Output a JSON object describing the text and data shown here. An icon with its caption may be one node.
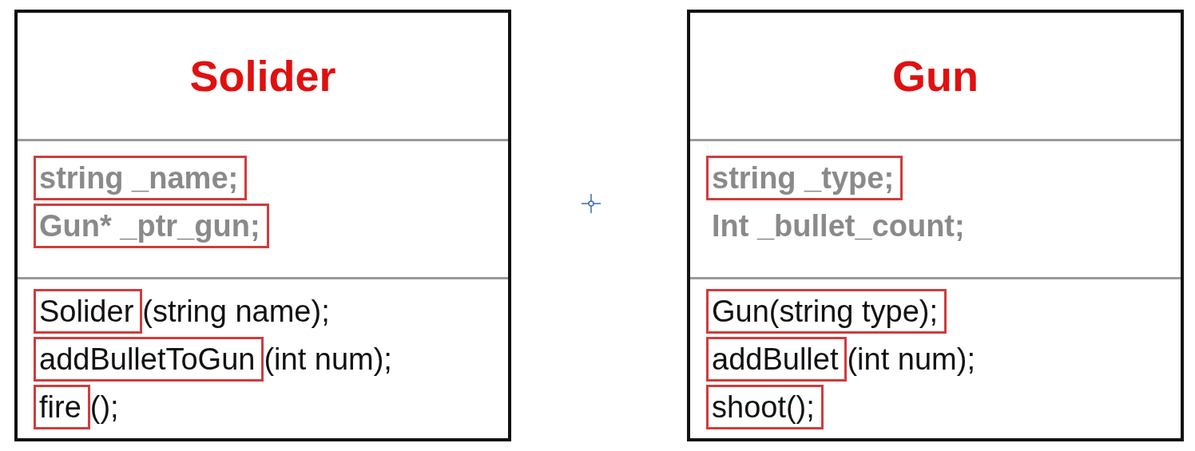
{
  "diagram": {
    "nodes": [
      {
        "text": [
          "Solider"
        ]
      },
      {
        "text": [],
        "shape": "box",
        "in": 0
      },
      {
        "text": [
          "string _name;"
        ],
        "in": 1
      },
      {
        "text": [
          "Gun* _ptr_gun;"
        ],
        "in": 1
      },
      {
        "text": [],
        "shape": "box",
        "in": 0
      },
      {
        "text": [
          "Solider"
        ],
        "in": 4,
        "beside": [
          "(string name);"
        ]
      },
      {
        "text": [
          "addBulletToGun"
        ],
        "in": 4,
        "beside": [
          "(int num);"
        ]
      },
      {
        "text": [
          "fire"
        ],
        "in": 4,
        "beside": [
          "();"
        ]
      },
      {
        "text": [
          "Gun"
        ]
      },
      {
        "text": [
          "Int _bullet_count;"
        ],
        "in": 8
      },
      {
        "text": [
          "string _type;"
        ],
        "in": 9
      },
      {
        "text": [],
        "shape": "box",
        "in": 8
      },
      {
        "text": [
          "Gun(string type);"
        ],
        "in": 11
      },
      {
        "text": [
          "addBullet"
        ],
        "in": 11,
        "beside": [
          "(int num);"
        ]
      },
      {
        "text": [
          "shoot();"
        ],
        "in": 11
      }
    ]
  }
}
